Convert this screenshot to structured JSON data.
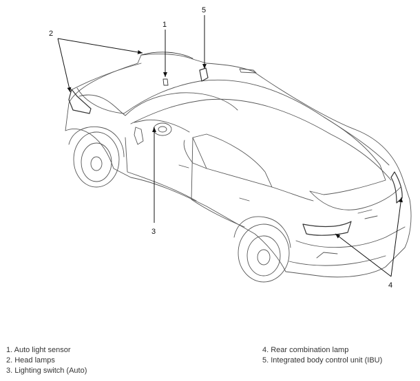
{
  "callouts": {
    "c1": "1",
    "c2": "2",
    "c3": "3",
    "c4": "4",
    "c5": "5"
  },
  "legend": {
    "left": [
      "1. Auto light sensor",
      "2. Head lamps",
      "3. Lighting switch (Auto)"
    ],
    "right": [
      "4. Rear combination lamp",
      "5. Integrated body control unit (IBU)"
    ]
  }
}
